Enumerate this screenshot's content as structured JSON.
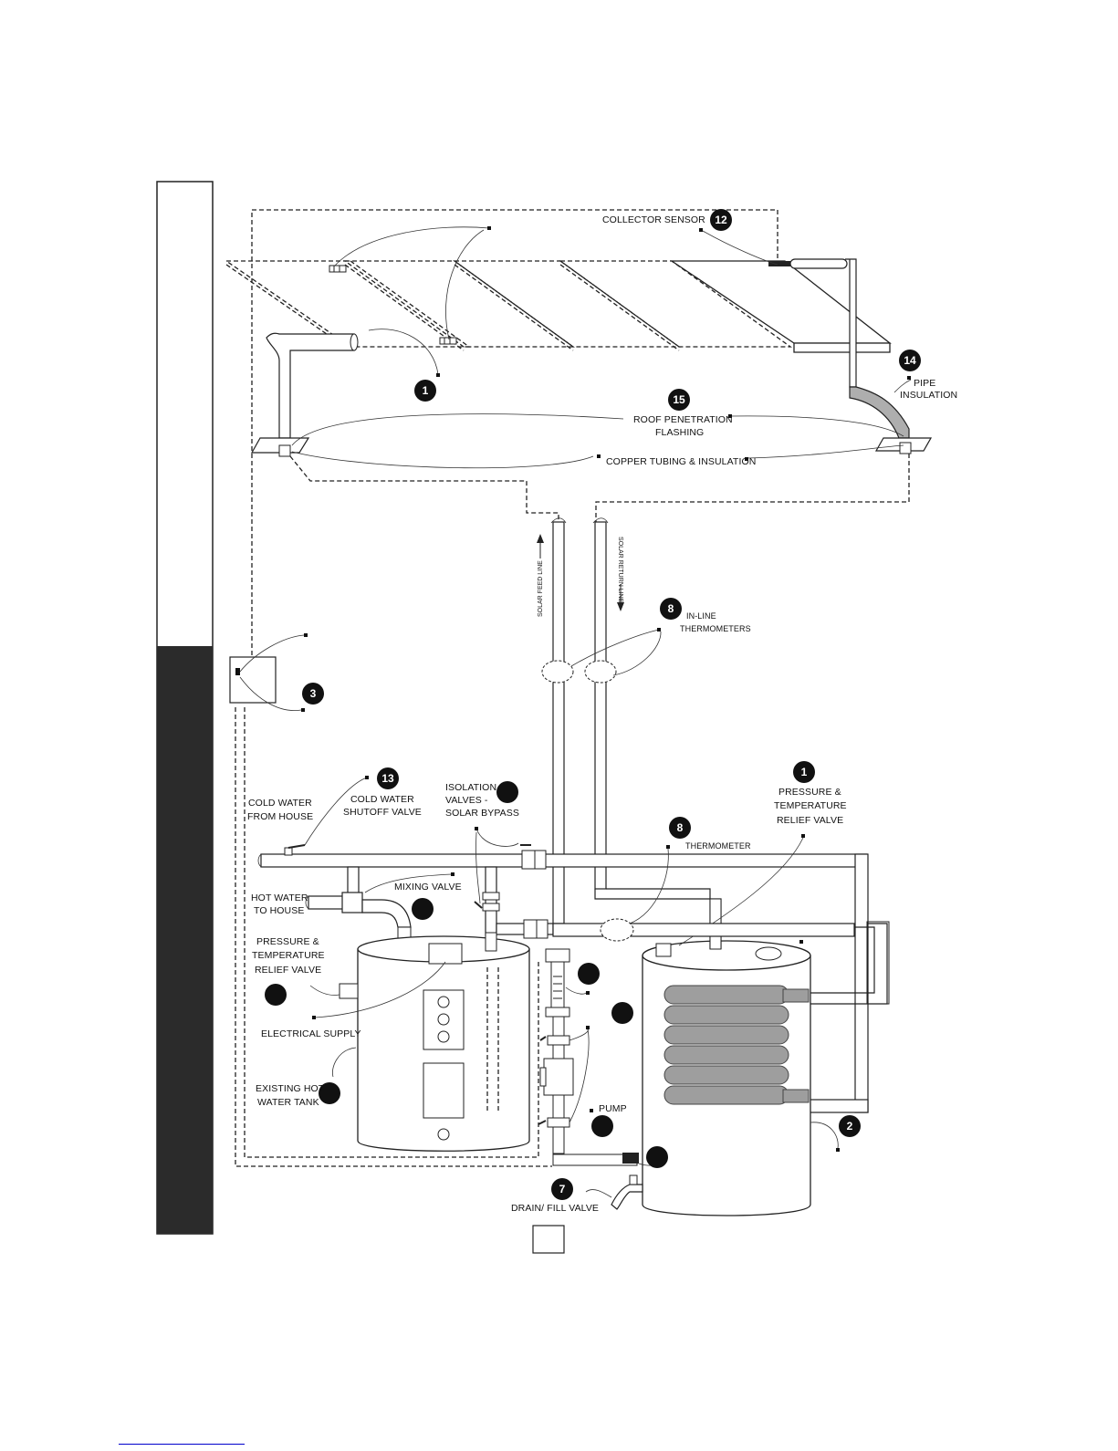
{
  "labels": {
    "collector_sensor": "COLLECTOR SENSOR",
    "pipe_insulation_1": "PIPE",
    "pipe_insulation_2": "INSULATION",
    "roof_flashing_1": "ROOF PENETRATION",
    "roof_flashing_2": "FLASHING",
    "copper_tubing": "COPPER TUBING & INSULATION",
    "solar_feed_line": "SOLAR FEED LINE",
    "solar_return_line": "SOLAR RETURN LINE",
    "inline_thermometers_1": "IN-LINE",
    "inline_thermometers_2": "THERMOMETERS",
    "cold_water_house_1": "COLD WATER",
    "cold_water_house_2": "FROM HOUSE",
    "cold_shutoff_1": "COLD WATER",
    "cold_shutoff_2": "SHUTOFF VALVE",
    "isolation_1": "ISOLATION",
    "isolation_2": "VALVES -",
    "isolation_3": "SOLAR BYPASS",
    "prt_right_1": "PRESSURE &",
    "prt_right_2": "TEMPERATURE",
    "prt_right_3": "RELIEF VALVE",
    "thermometer": "THERMOMETER",
    "hot_water_1": "HOT WATER",
    "hot_water_2": "TO HOUSE",
    "mixing_valve": "MIXING VALVE",
    "prt_left_1": "PRESSURE &",
    "prt_left_2": "TEMPERATURE",
    "prt_left_3": "RELIEF VALVE",
    "electrical_supply": "ELECTRICAL SUPPLY",
    "existing_tank_1": "EXISTING HOT",
    "existing_tank_2": "WATER TANK",
    "pump": "PUMP",
    "drain_fill": "DRAIN/ FILL VALVE"
  },
  "badges": {
    "b12": "12",
    "b14": "14",
    "b1_collector": "1",
    "b15": "15",
    "b8_inline": "8",
    "b3": "3",
    "b13": "13",
    "b1_prt": "1",
    "b8_thermo": "8",
    "b2": "2",
    "b7": "7"
  }
}
